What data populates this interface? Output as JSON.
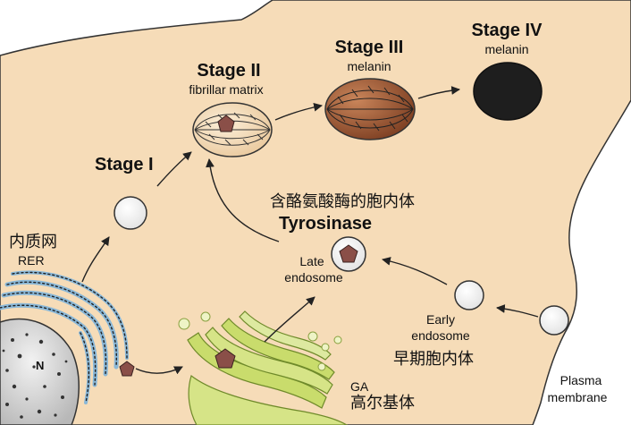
{
  "labels": {
    "stage1": "Stage I",
    "stage2": "Stage II",
    "stage2_sub": "fibrillar matrix",
    "stage3": "Stage III",
    "stage3_sub": "melanin",
    "stage4": "Stage IV",
    "stage4_sub": "melanin",
    "tyrosinase_cn": "含酪氨酸酶的胞内体",
    "tyrosinase": "Tyrosinase",
    "late": "Late",
    "endosome": "endosome",
    "er_cn": "内质网",
    "rer": "RER",
    "early": "Early",
    "early_endosome": "endosome",
    "early_cn": "早期胞内体",
    "plasma": "Plasma",
    "membrane": "membrane",
    "ga": "GA",
    "golgi_cn": "高尔基体",
    "nucleus": "N"
  },
  "colors": {
    "cytoplasm": "#f6dcb8",
    "stage3": "#9a5230",
    "stage4": "#1e1e1e",
    "golgi": "#c9dc6c",
    "er": "#8ab8d8",
    "tyrosinase": "#8a4f48"
  }
}
